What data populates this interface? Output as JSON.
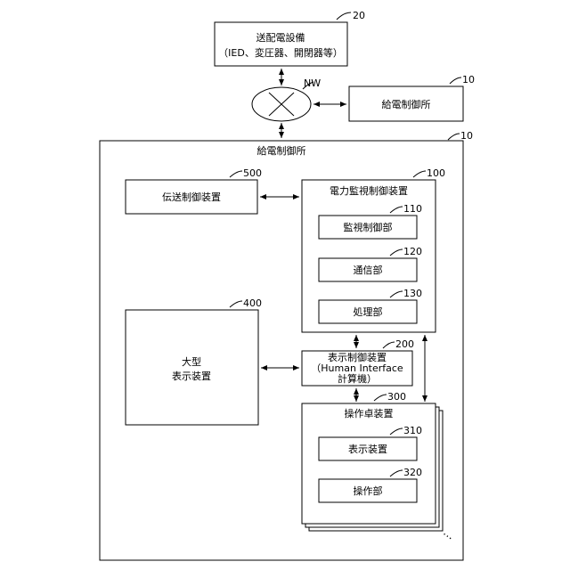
{
  "equipment": {
    "title": "送配電設備",
    "subtitle": "（IED、変圧器、開閉器等）",
    "ref": "20"
  },
  "network": {
    "label": "NW"
  },
  "other_center": {
    "label": "給電制御所",
    "ref": "10"
  },
  "center": {
    "label": "給電制御所",
    "ref": "10"
  },
  "transmission_ctrl": {
    "label": "伝送制御装置",
    "ref": "500"
  },
  "power_monitor": {
    "label": "電力監視制御装置",
    "ref": "100",
    "units": [
      {
        "label": "監視制御部",
        "ref": "110"
      },
      {
        "label": "通信部",
        "ref": "120"
      },
      {
        "label": "処理部",
        "ref": "130"
      }
    ]
  },
  "large_display": {
    "line1": "大型",
    "line2": "表示装置",
    "ref": "400"
  },
  "display_ctrl": {
    "line1": "表示制御装置",
    "line2": "（Human Interface",
    "line3": "計算機）",
    "ref": "200"
  },
  "console": {
    "label": "操作卓装置",
    "ref": "300",
    "units": [
      {
        "label": "表示装置",
        "ref": "310"
      },
      {
        "label": "操作部",
        "ref": "320"
      }
    ],
    "more": "…"
  }
}
